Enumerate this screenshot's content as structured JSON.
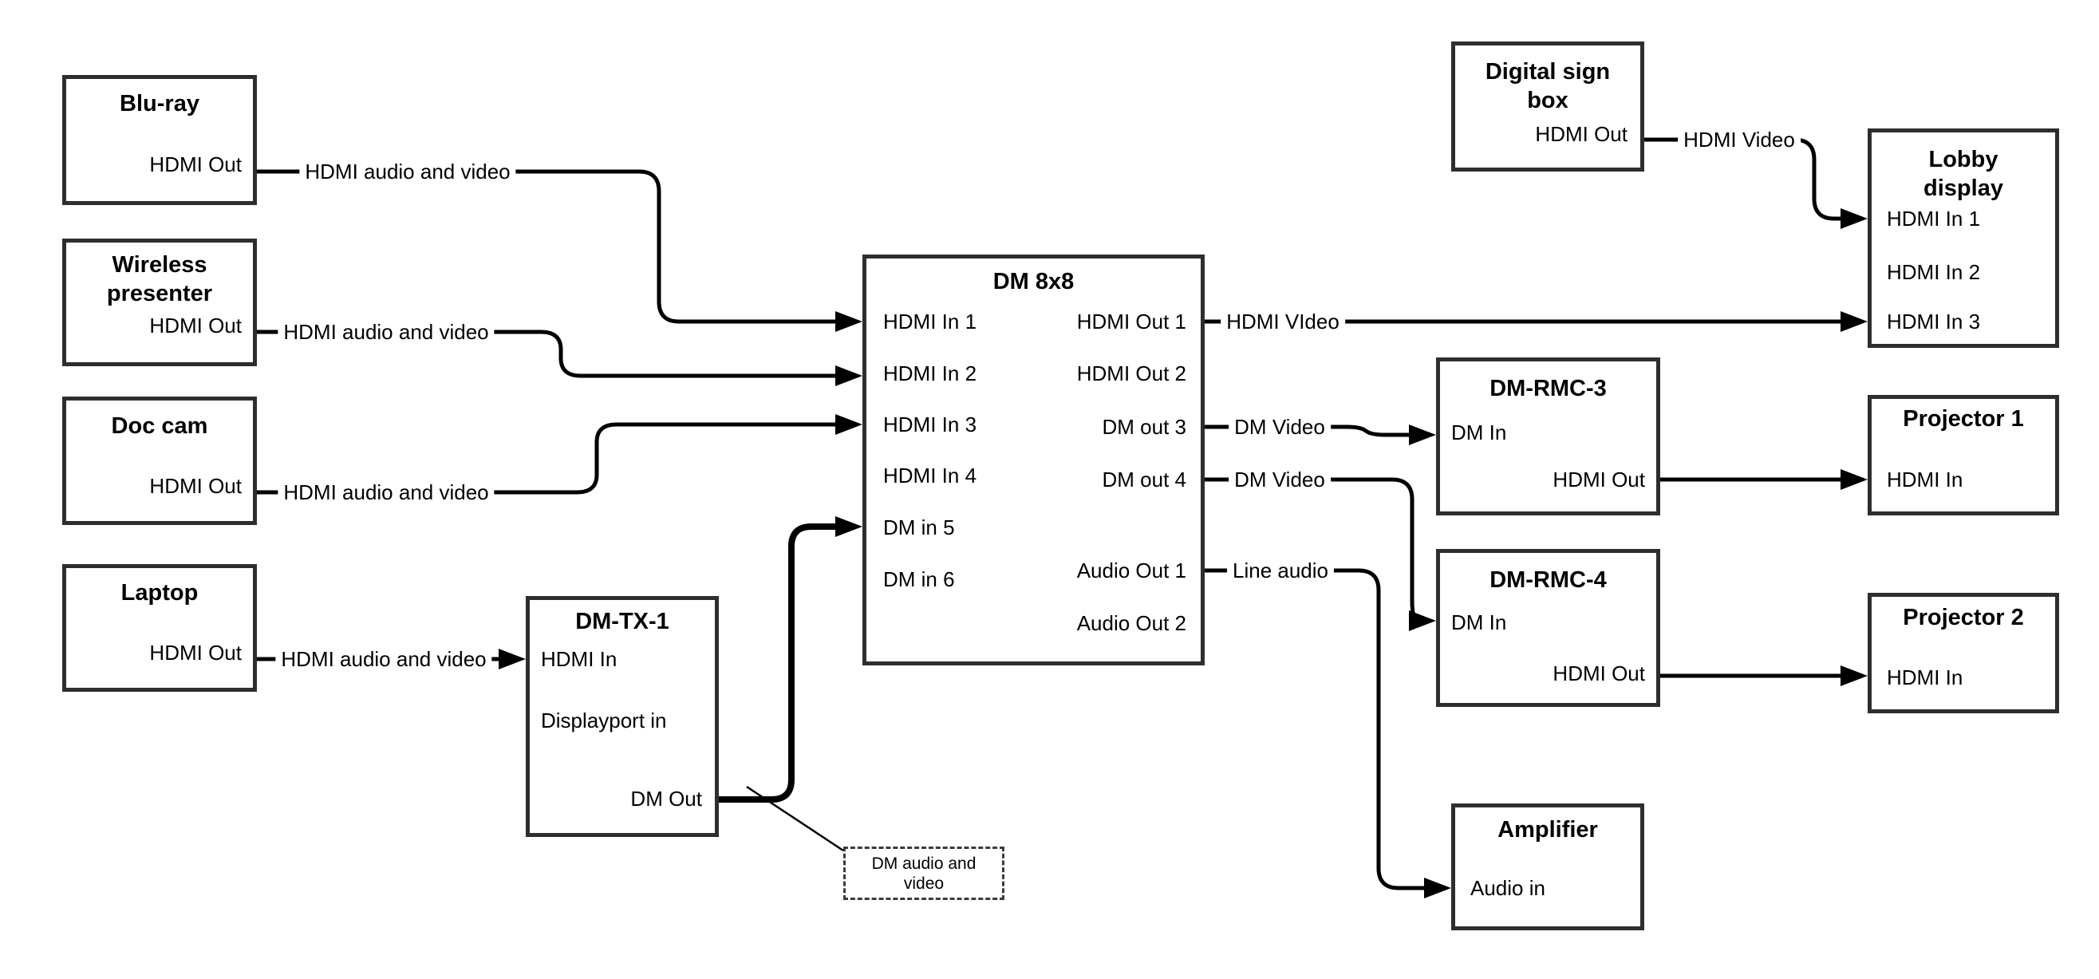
{
  "boxes": {
    "bluray": {
      "title": "Blu-ray",
      "port_hdmi_out": "HDMI Out"
    },
    "wireless_presenter": {
      "title_line1": "Wireless",
      "title_line2": "presenter",
      "port_hdmi_out": "HDMI Out"
    },
    "doc_cam": {
      "title": "Doc cam",
      "port_hdmi_out": "HDMI Out"
    },
    "laptop": {
      "title": "Laptop",
      "port_hdmi_out": "HDMI Out"
    },
    "dm_tx_1": {
      "title": "DM-TX-1",
      "port_hdmi_in": "HDMI In",
      "port_displayport_in": "Displayport in",
      "port_dm_out": "DM Out"
    },
    "dm_8x8": {
      "title": "DM 8x8",
      "inputs": [
        "HDMI In 1",
        "HDMI In 2",
        "HDMI In 3",
        "HDMI In 4",
        "DM in 5",
        "DM in 6"
      ],
      "outputs": [
        "HDMI Out 1",
        "HDMI Out 2",
        "DM out 3",
        "DM out 4",
        "Audio Out 1",
        "Audio Out 2"
      ]
    },
    "digital_sign_box": {
      "title_line1": "Digital sign",
      "title_line2": "box",
      "port_hdmi_out": "HDMI Out"
    },
    "lobby_display": {
      "title_line1": "Lobby",
      "title_line2": "display",
      "inputs": [
        "HDMI In 1",
        "HDMI In 2",
        "HDMI In 3"
      ]
    },
    "dm_rmc_3": {
      "title": "DM-RMC-3",
      "port_dm_in": "DM In",
      "port_hdmi_out": "HDMI Out"
    },
    "dm_rmc_4": {
      "title": "DM-RMC-4",
      "port_dm_in": "DM In",
      "port_hdmi_out": "HDMI Out"
    },
    "projector_1": {
      "title": "Projector 1",
      "port_hdmi_in": "HDMI In"
    },
    "projector_2": {
      "title": "Projector 2",
      "port_hdmi_in": "HDMI In"
    },
    "amplifier": {
      "title": "Amplifier",
      "port_audio_in": "Audio in"
    },
    "note": {
      "text_line1": "DM audio and",
      "text_line2": "video"
    }
  },
  "connections": [
    {
      "from": "Blu-ray HDMI Out",
      "to": "DM 8x8 HDMI In 1",
      "label": "HDMI audio and video"
    },
    {
      "from": "Wireless presenter HDMI Out",
      "to": "DM 8x8 HDMI In 2",
      "label": "HDMI audio and video"
    },
    {
      "from": "Doc cam HDMI Out",
      "to": "DM 8x8 HDMI In 3",
      "label": "HDMI audio and video"
    },
    {
      "from": "Laptop HDMI Out",
      "to": "DM-TX-1 HDMI In",
      "label": "HDMI audio and video"
    },
    {
      "from": "DM-TX-1 DM Out",
      "to": "DM 8x8 DM in 5",
      "label": "DM audio and video"
    },
    {
      "from": "DM 8x8 HDMI Out 1",
      "to": "Lobby display HDMI In 3",
      "label": "HDMI VIdeo"
    },
    {
      "from": "DM 8x8 DM out 3",
      "to": "DM-RMC-3 DM In",
      "label": "DM Video"
    },
    {
      "from": "DM 8x8 DM out 4",
      "to": "DM-RMC-4 DM In",
      "label": "DM Video"
    },
    {
      "from": "DM 8x8 Audio Out 1",
      "to": "Amplifier Audio in",
      "label": "Line audio"
    },
    {
      "from": "Digital sign box HDMI Out",
      "to": "Lobby display HDMI In 1",
      "label": "HDMI Video"
    },
    {
      "from": "DM-RMC-3 HDMI Out",
      "to": "Projector 1 HDMI In",
      "label": ""
    },
    {
      "from": "DM-RMC-4 HDMI Out",
      "to": "Projector 2 HDMI In",
      "label": ""
    }
  ],
  "colors": {
    "line": "#000000",
    "box_border": "#2e2e2e",
    "box_fill": "#ffffff",
    "text": "#000000",
    "background": "#ffffff"
  }
}
